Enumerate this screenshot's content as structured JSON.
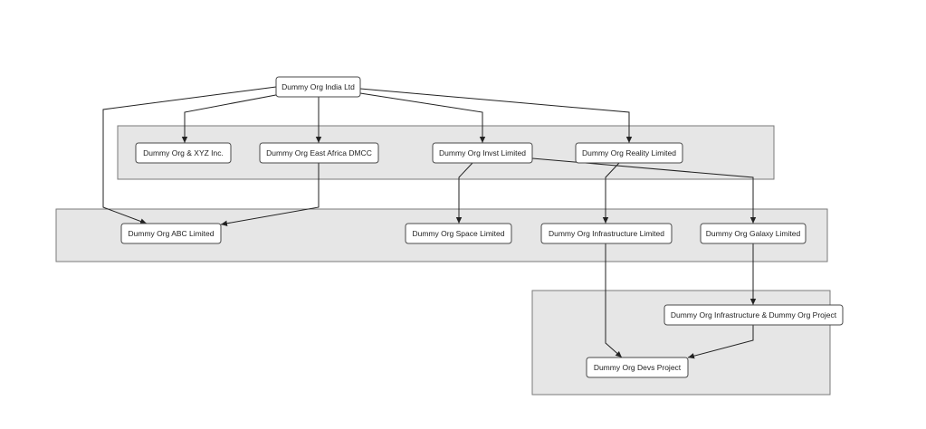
{
  "colors": {
    "group_fill": "#e6e6e6",
    "group_border": "#7a7a7a",
    "node_fill": "#ffffff",
    "node_border": "#4a4a4a",
    "edge": "#222222",
    "text": "#222222"
  },
  "nodes": {
    "india": {
      "label": "Dummy Org India Ltd"
    },
    "xyz": {
      "label": "Dummy Org & XYZ Inc."
    },
    "east_africa": {
      "label": "Dummy Org East Africa DMCC"
    },
    "invst": {
      "label": "Dummy Org Invst Limited"
    },
    "reality": {
      "label": "Dummy Org Reality Limited"
    },
    "abc": {
      "label": "Dummy Org ABC Limited"
    },
    "space": {
      "label": "Dummy Org Space Limited"
    },
    "infrastructure": {
      "label": "Dummy Org Infrastructure Limited"
    },
    "galaxy": {
      "label": "Dummy Org Galaxy Limited"
    },
    "infra_project": {
      "label": "Dummy Org Infrastructure & Dummy Org Project"
    },
    "devs": {
      "label": "Dummy Org Devs Project"
    }
  },
  "edges": [
    {
      "from": "india",
      "to": "xyz"
    },
    {
      "from": "india",
      "to": "east_africa"
    },
    {
      "from": "india",
      "to": "invst"
    },
    {
      "from": "india",
      "to": "reality"
    },
    {
      "from": "india",
      "to": "abc"
    },
    {
      "from": "east_africa",
      "to": "abc"
    },
    {
      "from": "invst",
      "to": "space"
    },
    {
      "from": "invst",
      "to": "galaxy"
    },
    {
      "from": "reality",
      "to": "infrastructure"
    },
    {
      "from": "infrastructure",
      "to": "devs"
    },
    {
      "from": "galaxy",
      "to": "infra_project"
    },
    {
      "from": "infra_project",
      "to": "devs"
    }
  ]
}
